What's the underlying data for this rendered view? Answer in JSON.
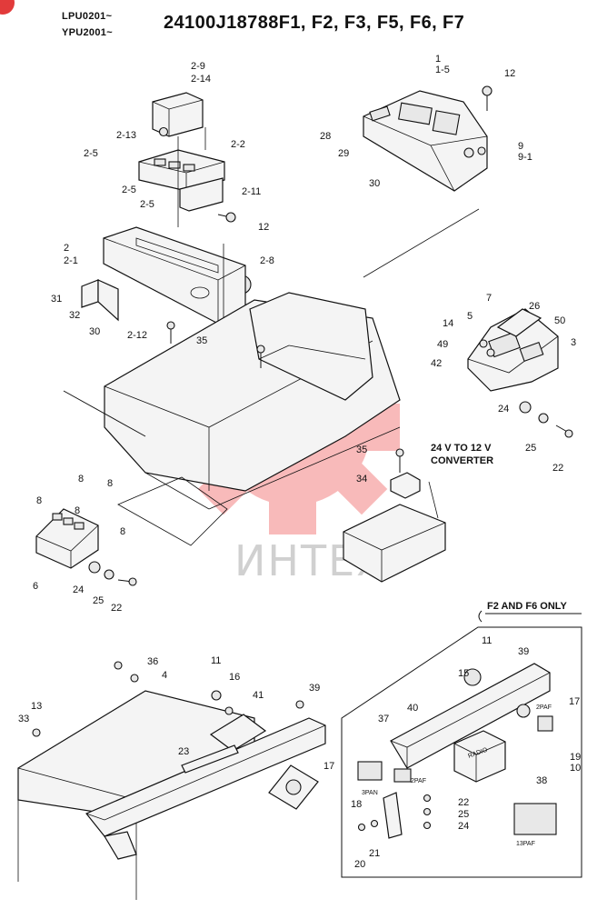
{
  "header": {
    "model_line_1": "LPU0201~",
    "model_line_2": "YPU2001~",
    "title": "24100J18788F1, F2, F3, F5, F6, F7"
  },
  "watermark": {
    "text": "ИНТЕХ"
  },
  "notes": {
    "converter_line_1": "24 V TO 12 V",
    "converter_line_2": "CONVERTER",
    "inset_title": "F2 AND F6 ONLY",
    "radio_label": "RADIO",
    "connector_3pan": "3PAN",
    "connector_2paf_a": "2PAF",
    "connector_2paf_b": "2PAF",
    "connector_13paf": "13PAF"
  },
  "labels": [
    "2-9",
    "2-14",
    "2-13",
    "2-2",
    "2-5",
    "2-5",
    "2-5",
    "2-11",
    "12",
    "2",
    "2-1",
    "2-8",
    "31",
    "32",
    "30",
    "2-12",
    "35",
    "1",
    "1-5",
    "12",
    "28",
    "29",
    "30",
    "9",
    "9-1",
    "7",
    "26",
    "5",
    "50",
    "14",
    "3",
    "49",
    "42",
    "24",
    "25",
    "22",
    "35",
    "34",
    "8",
    "8",
    "8",
    "8",
    "8",
    "6",
    "24",
    "25",
    "22",
    "36",
    "4",
    "11",
    "16",
    "41",
    "39",
    "13",
    "33",
    "23",
    "17",
    "11",
    "39",
    "15",
    "40",
    "17",
    "37",
    "19",
    "10",
    "38",
    "18",
    "22",
    "25",
    "24",
    "20",
    "21"
  ],
  "colors": {
    "ink": "#111111",
    "watermark": "#f6a3a3",
    "watermark_text": "#d0d0d0",
    "badge": "#e23b3b"
  }
}
